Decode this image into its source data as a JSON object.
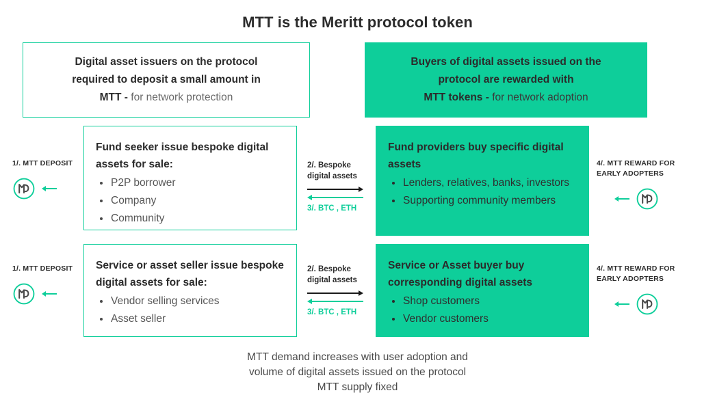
{
  "title": "MTT is the Meritt protocol token",
  "colors": {
    "accent_green": "#0ECE9A",
    "text_dark": "#2b2b2b",
    "text_gray": "#565656",
    "arrow_black": "#1a1a1a"
  },
  "banners": {
    "left": {
      "line1": "Digital asset issuers on the protocol",
      "line2": "required to deposit a small amount in",
      "line3_bold": "MTT -",
      "line3_regular": " for network protection"
    },
    "right": {
      "line1": "Buyers of digital assets issued on the",
      "line2": "protocol are rewarded with",
      "line3_bold": "MTT tokens -",
      "line3_regular": " for network adoption"
    }
  },
  "cards": {
    "mid_left": {
      "heading": "Fund seeker issue bespoke digital assets for sale:",
      "items": [
        "P2P borrower",
        "Company",
        "Community"
      ]
    },
    "mid_right": {
      "heading": "Fund providers buy specific digital assets",
      "items": [
        "Lenders, relatives, banks, investors",
        "Supporting community members"
      ]
    },
    "bot_left": {
      "heading": "Service or asset seller issue bespoke digital assets for sale:",
      "items": [
        "Vendor selling services",
        "Asset seller"
      ]
    },
    "bot_right": {
      "heading": "Service or Asset buyer buy corresponding digital assets",
      "items": [
        "Shop customers",
        "Vendor customers"
      ]
    }
  },
  "side_labels": {
    "deposit": "1/. MTT DEPOSIT",
    "reward_line1": "4/. MTT REWARD FOR",
    "reward_line2": "EARLY ADOPTERS"
  },
  "center_labels": {
    "bespoke_line1": "2/. Bespoke",
    "bespoke_line2": "digital assets",
    "btc_eth": "3/. BTC , ETH"
  },
  "footer": {
    "line1": "MTT demand increases with user adoption and",
    "line2": "volume of digital assets issued on the protocol",
    "line3": "MTT supply fixed"
  }
}
